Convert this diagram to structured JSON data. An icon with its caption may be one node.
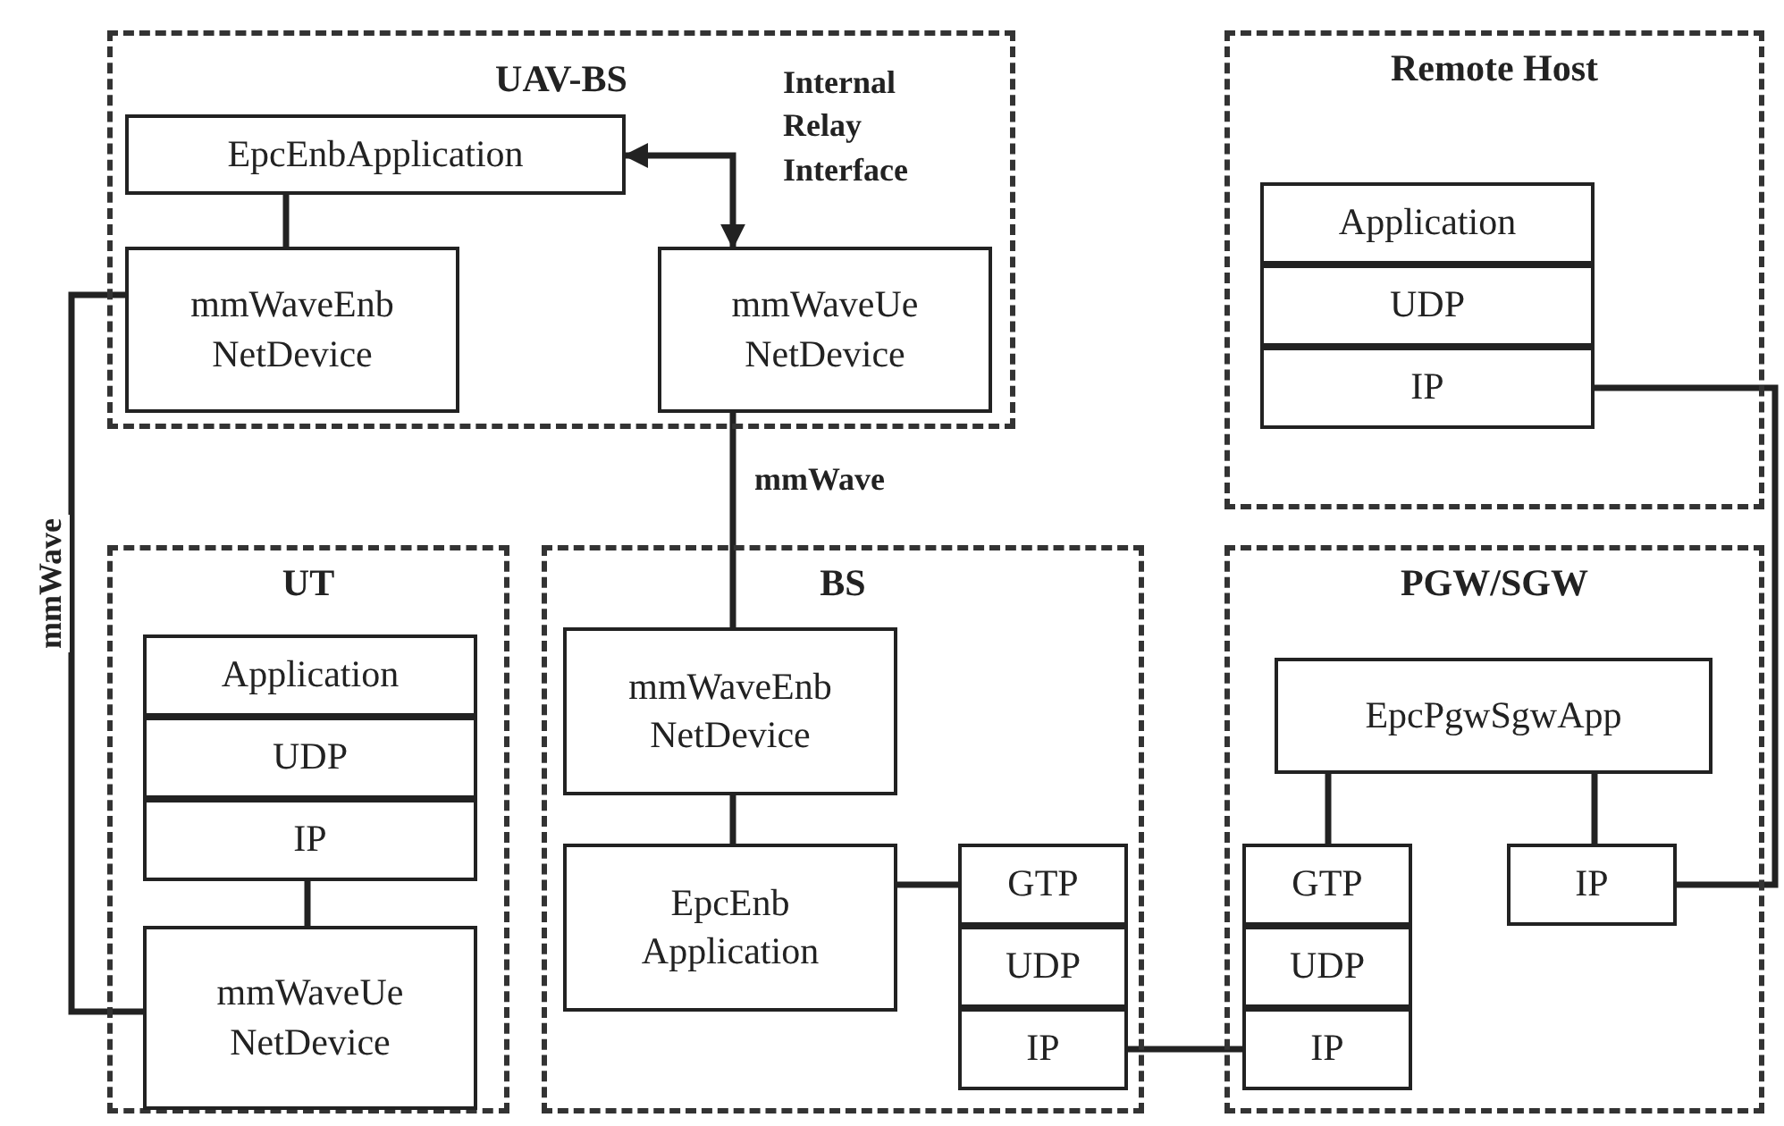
{
  "diagram": {
    "nodes": [
      {
        "text": [
          "UAV-BS"
        ]
      },
      {
        "text": [
          "EpcEnbApplication"
        ],
        "in": 0
      },
      {
        "text": [
          "mmWaveEnb NetDevice"
        ],
        "in": 0
      },
      {
        "text": [
          "mmWaveUe NetDevice"
        ],
        "in": 0
      },
      {
        "text": [
          "Remote Host"
        ]
      },
      {
        "text": [
          "Application"
        ],
        "in": 4
      },
      {
        "text": [
          "UDP"
        ],
        "in": 4
      },
      {
        "text": [
          "IP"
        ],
        "in": 4
      },
      {
        "text": [
          "UT"
        ]
      },
      {
        "text": [
          "Application"
        ],
        "in": 8
      },
      {
        "text": [
          "UDP"
        ],
        "in": 8
      },
      {
        "text": [
          "IP"
        ],
        "in": 8
      },
      {
        "text": [
          "mmWaveUe NetDevice"
        ],
        "in": 8
      },
      {
        "text": [
          "BS"
        ]
      },
      {
        "text": [
          "mmWaveEnb NetDevice"
        ],
        "in": 13
      },
      {
        "text": [
          "EpcEnb Application"
        ],
        "in": 13
      },
      {
        "text": [
          "GTP"
        ],
        "in": 13
      },
      {
        "text": [
          "UDP"
        ],
        "in": 13
      },
      {
        "text": [
          "IP"
        ],
        "in": 13
      },
      {
        "text": [
          "PGW/SGW"
        ]
      },
      {
        "text": [
          "EpcPgwSgwApp"
        ],
        "in": 19
      },
      {
        "text": [
          "GTP"
        ],
        "in": 19
      },
      {
        "text": [
          "UDP"
        ],
        "in": 19
      },
      {
        "text": [
          "IP"
        ],
        "in": 19
      },
      {
        "text": [
          "IP"
        ],
        "in": 19
      }
    ],
    "edges": [
      {
        "from": 1,
        "to": 2,
        "arrow": "none"
      },
      {
        "from": 1,
        "to": 3,
        "arrow": "both"
      },
      {
        "from": 3,
        "to": 14,
        "arrow": "none",
        "label": "mmWave"
      },
      {
        "from": 2,
        "to": 12,
        "arrow": "none",
        "label": "mmWave"
      },
      {
        "from": 11,
        "to": 12,
        "arrow": "none"
      },
      {
        "from": 14,
        "to": 15,
        "arrow": "none"
      },
      {
        "from": 15,
        "to": 16,
        "arrow": "none"
      },
      {
        "from": 18,
        "to": 23,
        "arrow": "none"
      },
      {
        "from": 20,
        "to": 21,
        "arrow": "none"
      },
      {
        "from": 20,
        "to": 24,
        "arrow": "none"
      },
      {
        "from": 7,
        "to": 24,
        "arrow": "none"
      }
    ],
    "labels": [
      "Internal Relay Interface"
    ]
  }
}
